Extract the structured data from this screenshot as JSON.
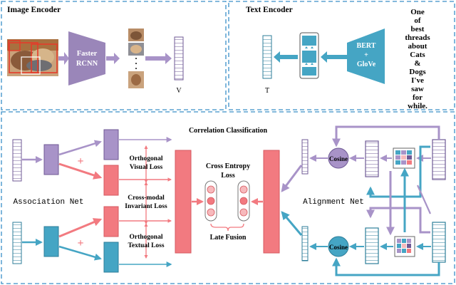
{
  "image_encoder": {
    "title": "Image Encoder",
    "detector_line1": "Faster",
    "detector_line2": "RCNN",
    "dots": "·",
    "output_label": "V"
  },
  "text_encoder": {
    "title": "Text Encoder",
    "embed_line1": "BERT",
    "embed_line2": "+",
    "embed_line3": "GloVe",
    "output_label": "T",
    "sample_text": [
      "One",
      "of",
      "best",
      "threads",
      "about",
      "Cats",
      "&",
      "Dogs",
      "I've",
      "saw",
      "for",
      "while."
    ]
  },
  "correlation": {
    "title": "Correlation Classification",
    "association_net": "Association Net",
    "alignment_net": "Alignment Net",
    "orth_visual_1": "Orthogonal",
    "orth_visual_2": "Visual Loss",
    "cross_modal_1": "Cross-modal",
    "cross_modal_2": "Invariant Loss",
    "orth_textual_1": "Orthogonal",
    "orth_textual_2": "Textual Loss",
    "ce_1": "Cross Entropy",
    "ce_2": "Loss",
    "late_fusion": "Late Fusion",
    "cosine": "Cosine",
    "plus": "+"
  },
  "colors": {
    "dashed_border": "#3a8fc8",
    "purple": "#a893c8",
    "purple_dark": "#6f5a95",
    "teal": "#45a5c4",
    "teal_dark": "#2d7e9a",
    "salmon": "#f27a80",
    "salmon_light": "#f7b9bc",
    "grey_encoder": "#9a86b9"
  }
}
